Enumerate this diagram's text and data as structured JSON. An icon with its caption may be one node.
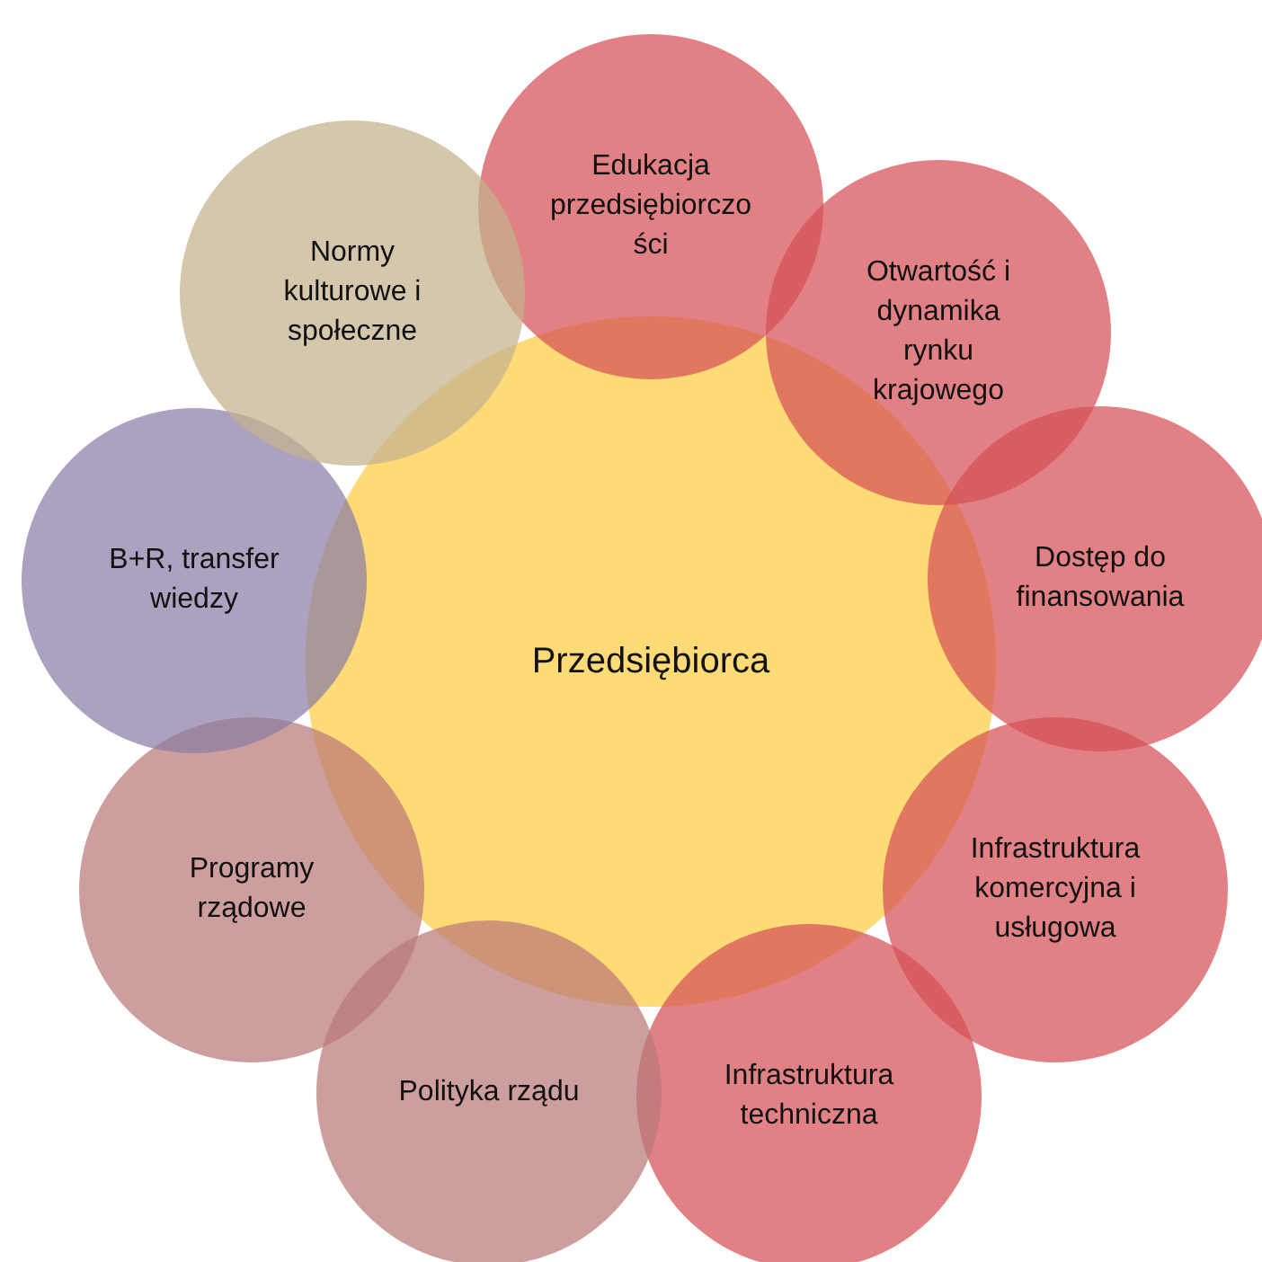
{
  "diagram": {
    "nodes": [
      {
        "text": [
          "Przedsiębiorca"
        ]
      },
      {
        "text": [
          "Edukacja przedsiębiorczości"
        ]
      },
      {
        "text": [
          "Otwartość i dynamika rynku krajowego"
        ]
      },
      {
        "text": [
          "Dostęp do finansowania"
        ]
      },
      {
        "text": [
          "Infrastruktura komercyjna i usługowa"
        ]
      },
      {
        "text": [
          "Infrastruktura techniczna"
        ]
      },
      {
        "text": [
          "Polityka rządu"
        ]
      },
      {
        "text": [
          "Programy rządowe"
        ]
      },
      {
        "text": [
          "B+R, transfer wiedzy"
        ]
      },
      {
        "text": [
          "Normy kulturowe i społeczne"
        ]
      }
    ],
    "edges": []
  }
}
